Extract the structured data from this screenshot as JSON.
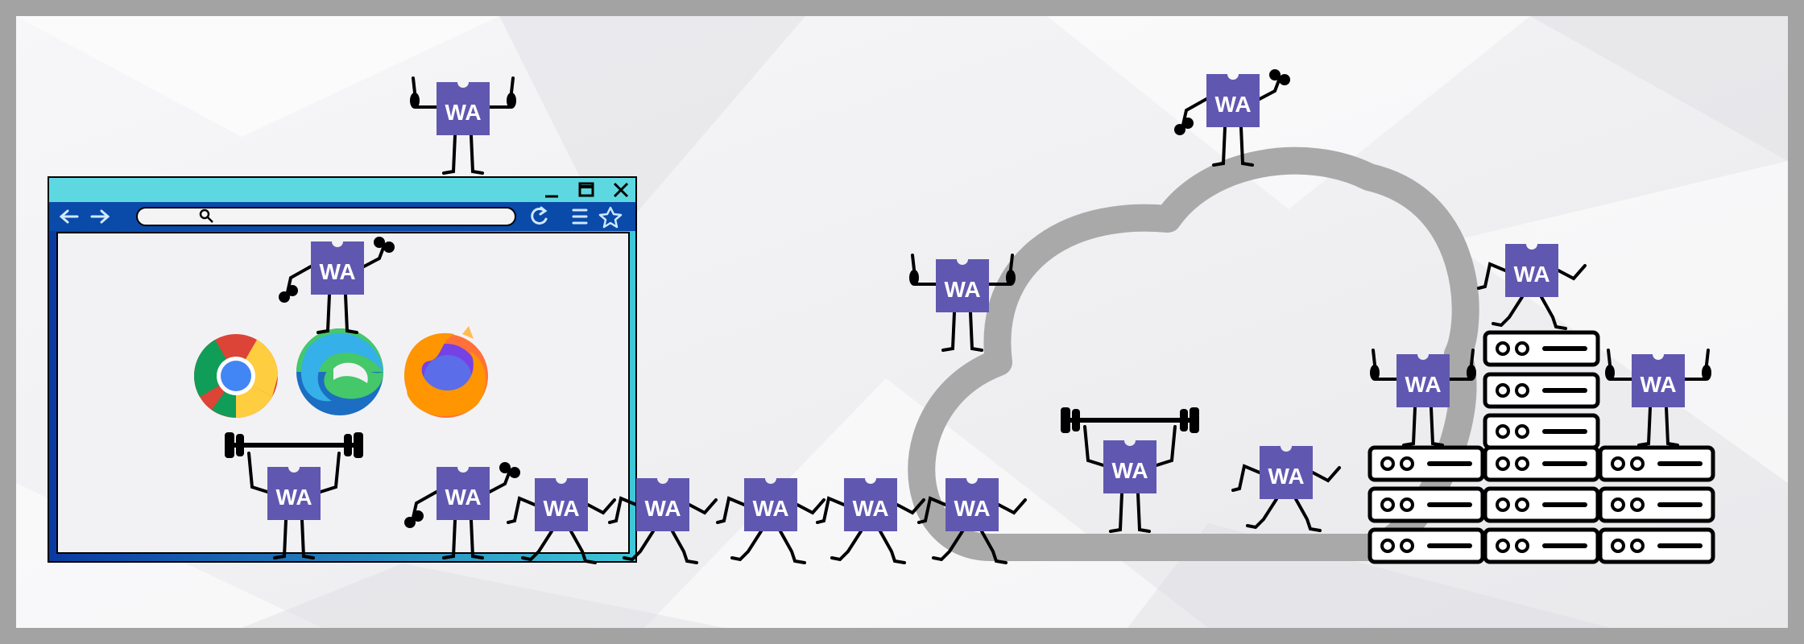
{
  "mascot": {
    "label": "WA",
    "color": "#6058b0",
    "label_color": "#ffffff"
  },
  "browser_window": {
    "titlebar_color": "#5ed8e0",
    "toolbar_color": "#0a4aa8",
    "controls": [
      "minimize-icon",
      "maximize-icon",
      "close-icon"
    ],
    "nav_icons": [
      "back-arrow-icon",
      "forward-arrow-icon",
      "search-icon",
      "reload-icon",
      "menu-icon",
      "star-icon"
    ],
    "browser_logos": [
      "chrome-logo",
      "edge-logo",
      "firefox-logo"
    ]
  },
  "cloud": {
    "color": "#a9a9a9"
  },
  "server_racks": {
    "stacks": 3,
    "units": [
      3,
      6,
      3
    ]
  },
  "frame": {
    "border_color": "#a3a3a3",
    "background": "#f2f2f4"
  }
}
